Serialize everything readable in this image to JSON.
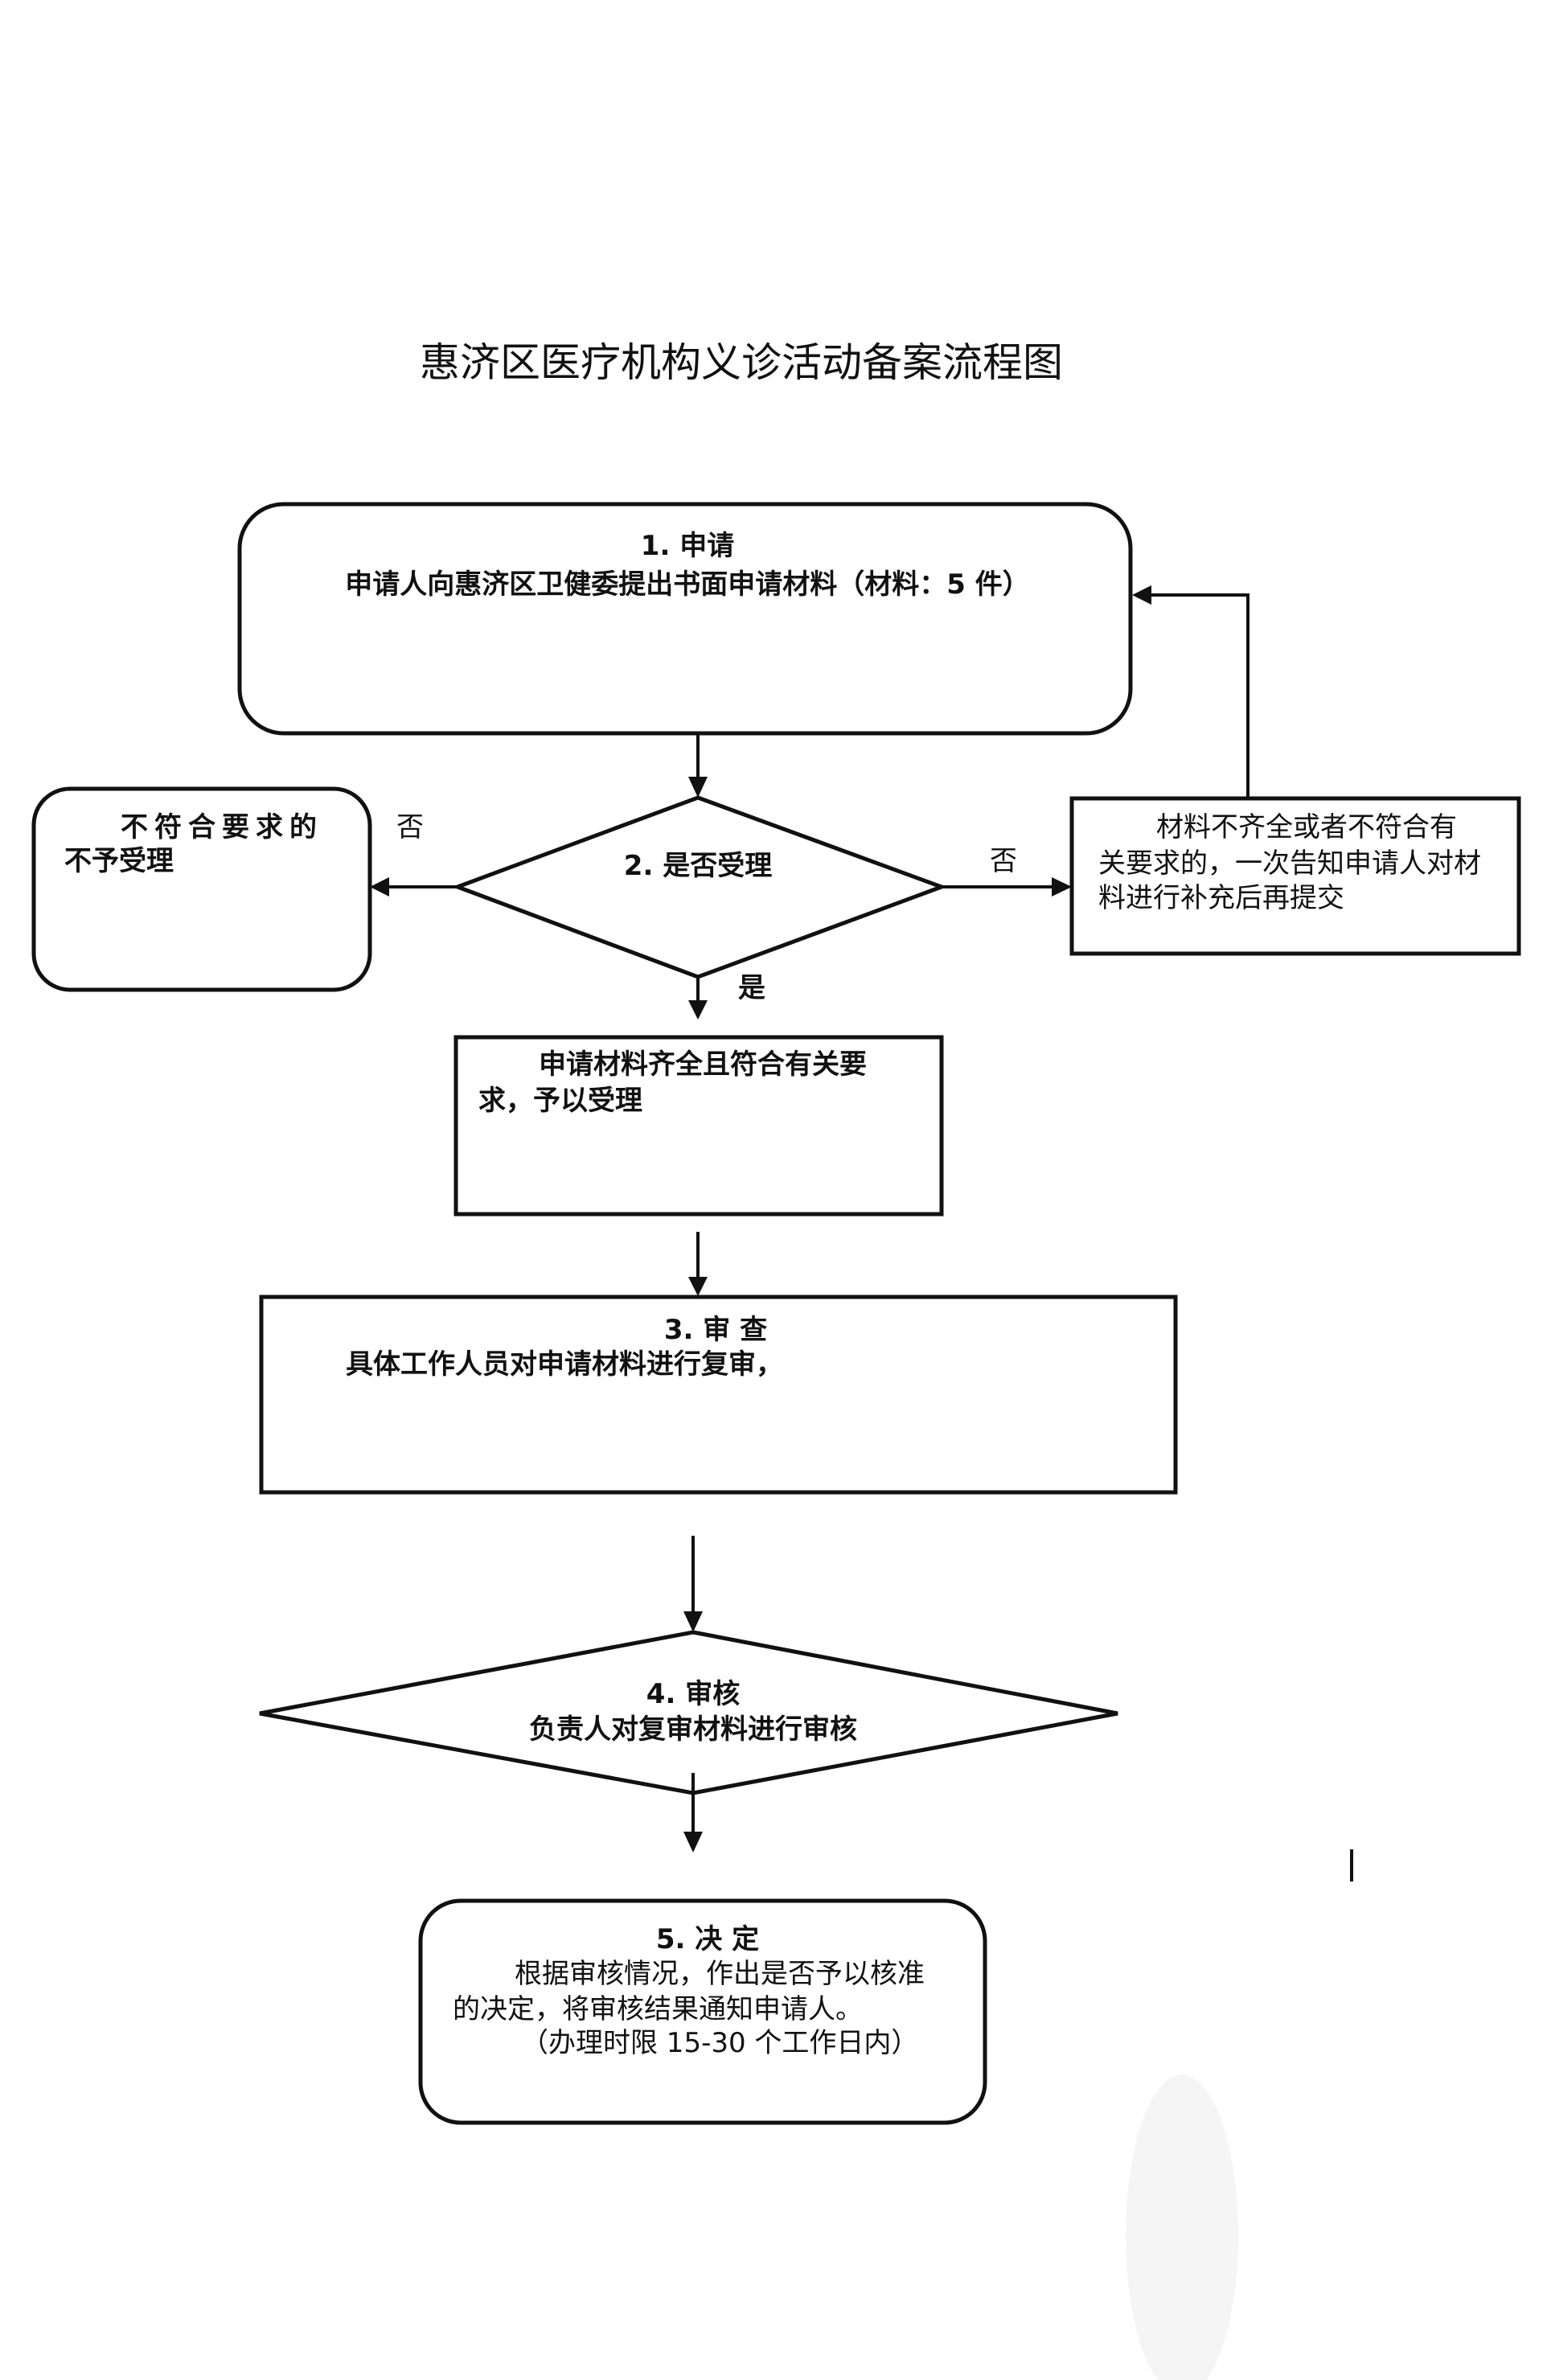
{
  "title": "惠济区医疗机构义诊活动备案流程图",
  "steps": {
    "apply": {
      "heading": "1. 申请",
      "text": "申请人向惠济区卫健委提出书面申请材料（材料：5 件）"
    },
    "accept_decision": {
      "heading": "2. 是否受理"
    },
    "reject": {
      "line1": "不符合要求的",
      "line2": "不予受理"
    },
    "supplement": {
      "line1": "材料不齐全或者不符合有",
      "line2": "关要求的，一次告知申请人对材",
      "line3": "料进行补充后再提交"
    },
    "accepted": {
      "line1": "申请材料齐全且符合有关要",
      "line2": "求，予以受理"
    },
    "review": {
      "heading": "3. 审 查",
      "text": "具体工作人员对申请材料进行复审，"
    },
    "audit": {
      "heading": "4. 审核",
      "text": "负责人对复审材料进行审核"
    },
    "decision": {
      "heading": "5. 决 定",
      "line1": "根据审核情况，作出是否予以核准",
      "line2": "的决定，将审核结果通知申请人。",
      "line3": "（办理时限 15-30 个工作日内）"
    }
  },
  "edge_labels": {
    "no_left": "否",
    "no_right": "否",
    "yes_down": "是"
  }
}
